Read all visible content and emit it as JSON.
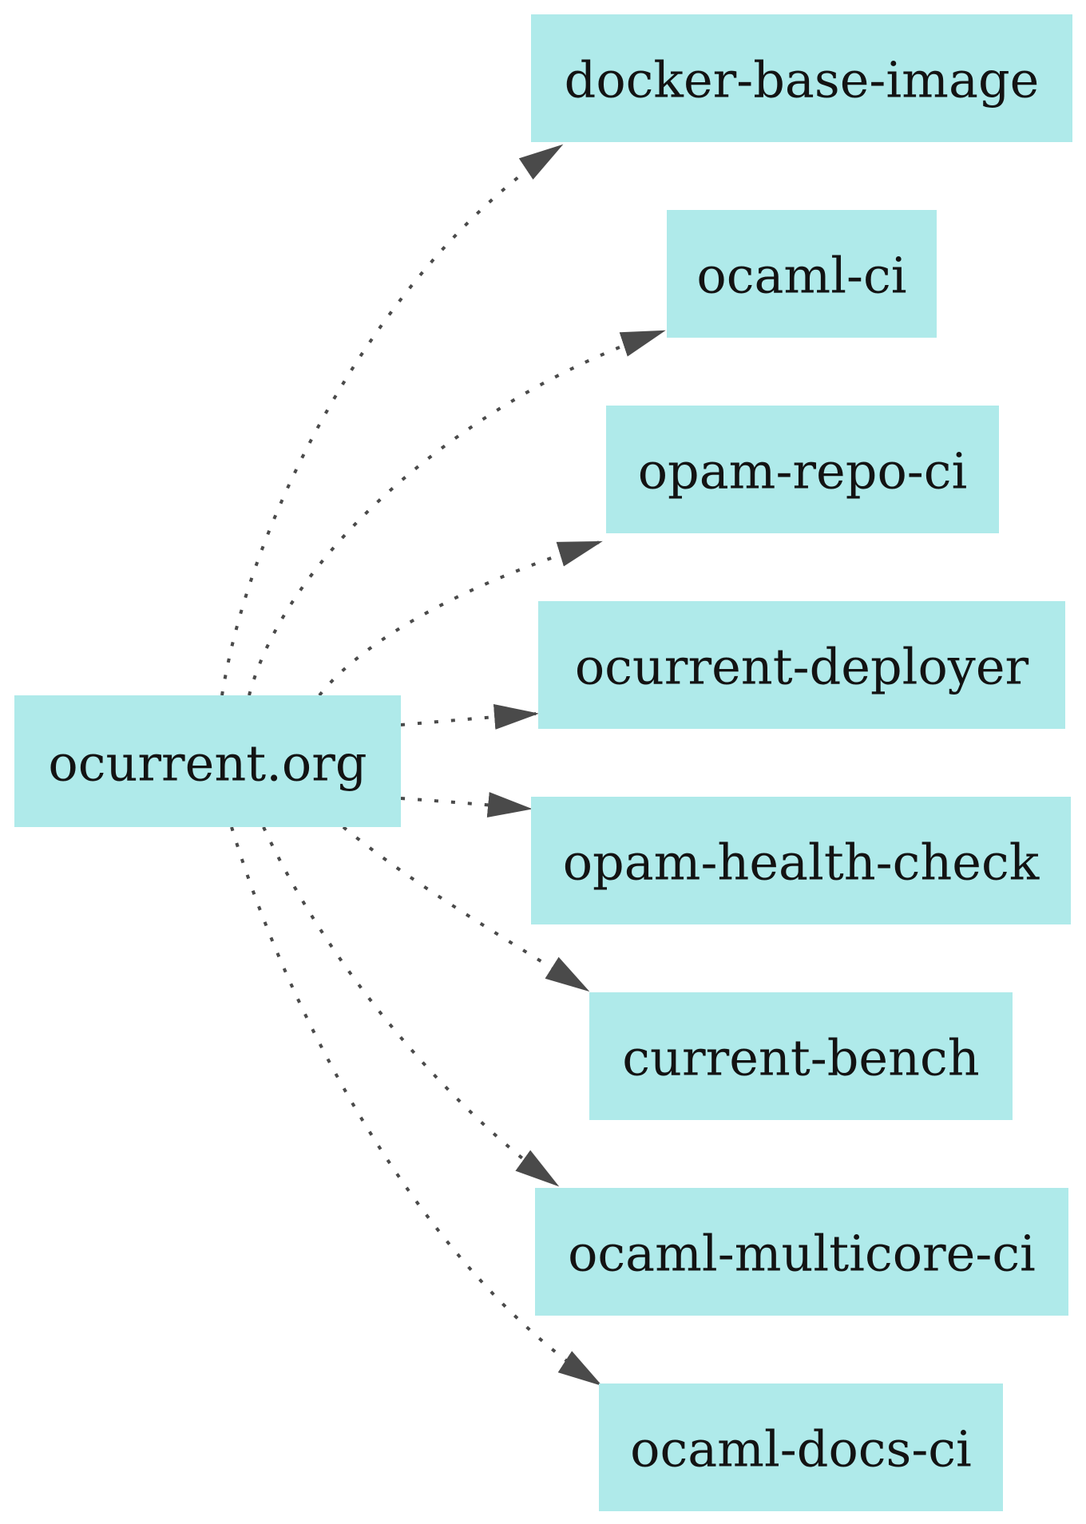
{
  "diagram": {
    "type": "dependency-graph",
    "root": {
      "label": "ocurrent.org"
    },
    "targets": [
      {
        "label": "docker-base-image"
      },
      {
        "label": "ocaml-ci"
      },
      {
        "label": "opam-repo-ci"
      },
      {
        "label": "ocurrent-deployer"
      },
      {
        "label": "opam-health-check"
      },
      {
        "label": "current-bench"
      },
      {
        "label": "ocaml-multicore-ci"
      },
      {
        "label": "ocaml-docs-ci"
      }
    ],
    "edges": [
      {
        "from": "ocurrent.org",
        "to": "docker-base-image",
        "style": "dotted-arrow"
      },
      {
        "from": "ocurrent.org",
        "to": "ocaml-ci",
        "style": "dotted-arrow"
      },
      {
        "from": "ocurrent.org",
        "to": "opam-repo-ci",
        "style": "dotted-arrow"
      },
      {
        "from": "ocurrent.org",
        "to": "ocurrent-deployer",
        "style": "dotted-arrow"
      },
      {
        "from": "ocurrent.org",
        "to": "opam-health-check",
        "style": "dotted-arrow"
      },
      {
        "from": "ocurrent.org",
        "to": "current-bench",
        "style": "dotted-arrow"
      },
      {
        "from": "ocurrent.org",
        "to": "ocaml-multicore-ci",
        "style": "dotted-arrow"
      },
      {
        "from": "ocurrent.org",
        "to": "ocaml-docs-ci",
        "style": "dotted-arrow"
      }
    ],
    "colors": {
      "node_fill": "#afeaea",
      "edge": "#4a4a4a",
      "text": "#131313",
      "background": "#ffffff"
    }
  }
}
